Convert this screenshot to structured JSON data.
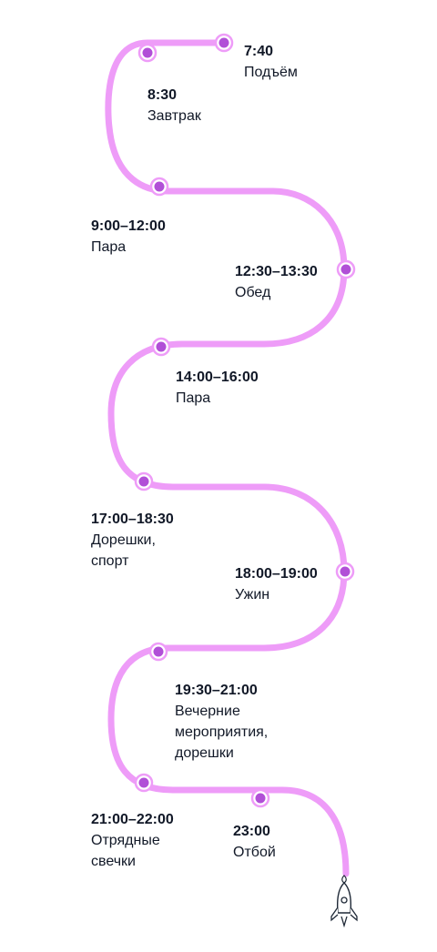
{
  "colors": {
    "path": "#ee9cf8",
    "dot_fill": "#b14fd7",
    "dot_ring": "#ee9cf8",
    "text": "#111827"
  },
  "schedule": [
    {
      "time": "7:40",
      "label": "Подъём"
    },
    {
      "time": "8:30",
      "label": "Завтрак"
    },
    {
      "time": "9:00–12:00",
      "label": "Пара"
    },
    {
      "time": "12:30–13:30",
      "label": "Обед"
    },
    {
      "time": "14:00–16:00",
      "label": "Пара"
    },
    {
      "time": "17:00–18:30",
      "label": "Дорешки, спорт"
    },
    {
      "time": "18:00–19:00",
      "label": "Ужин"
    },
    {
      "time": "19:30–21:00",
      "label": "Вечерние мероприятия, дорешки"
    },
    {
      "time": "21:00–22:00",
      "label": "Отрядные свечки"
    },
    {
      "time": "23:00",
      "label": "Отбой"
    }
  ],
  "end_icon": "rocket-icon"
}
